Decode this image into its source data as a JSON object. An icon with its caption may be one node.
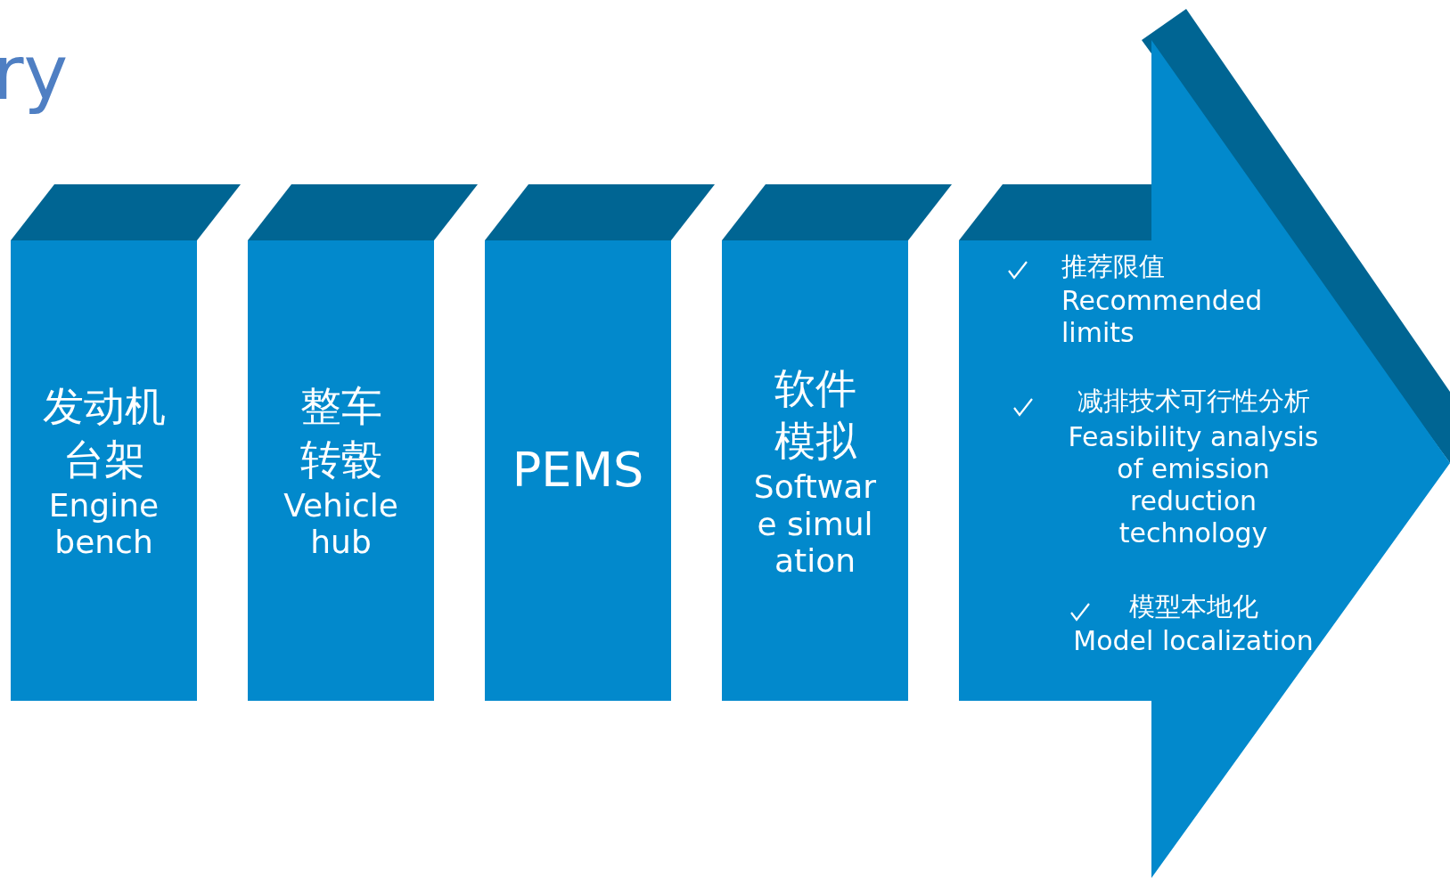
{
  "diagram": {
    "title": "ry",
    "nodes": [
      {
        "text": [
          "发动机台架",
          "Engine bench"
        ]
      },
      {
        "text": [
          "整车转毂",
          "Vehicle hub"
        ]
      },
      {
        "text": [
          "PEMS"
        ]
      },
      {
        "text": [
          "软件模拟",
          "Software simulation"
        ]
      },
      {
        "text": [
          "推荐限值",
          "Recommended limits",
          "减排技术可行性分析",
          "Feasibility analysis of emission reduction technology",
          "模型本地化",
          "Model localization"
        ]
      }
    ]
  }
}
